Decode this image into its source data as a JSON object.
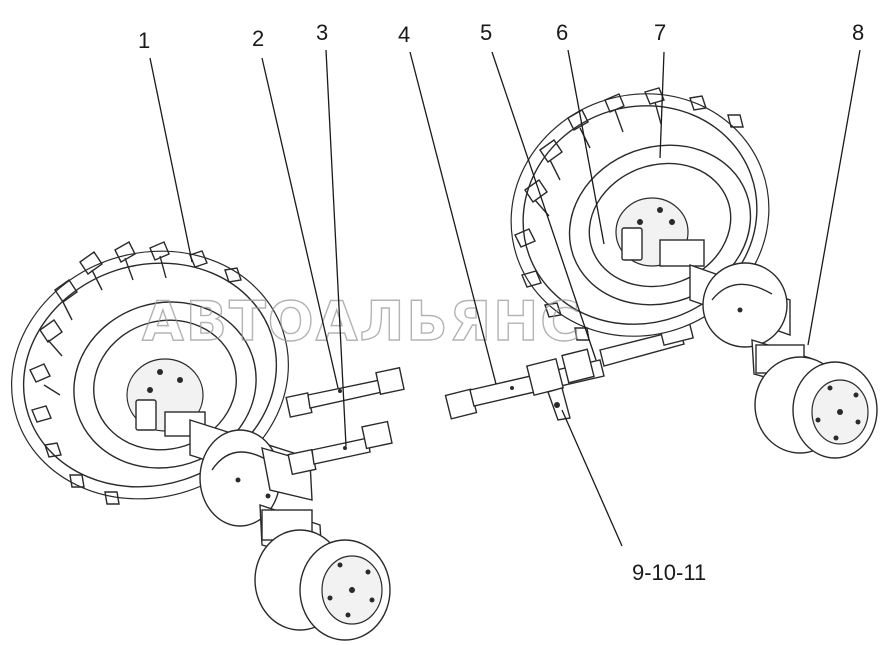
{
  "watermark": "АВТОАЛЬЯНС",
  "callouts": [
    {
      "id": "1",
      "label": "1"
    },
    {
      "id": "2",
      "label": "2"
    },
    {
      "id": "3",
      "label": "3"
    },
    {
      "id": "4",
      "label": "4"
    },
    {
      "id": "5",
      "label": "5"
    },
    {
      "id": "6",
      "label": "6"
    },
    {
      "id": "7",
      "label": "7"
    },
    {
      "id": "8",
      "label": "8"
    },
    {
      "id": "9-10-11",
      "label": "9-10-11"
    }
  ],
  "colors": {
    "line": "#2a2a2a",
    "background": "#ffffff",
    "watermark": "#9a9a9a"
  }
}
